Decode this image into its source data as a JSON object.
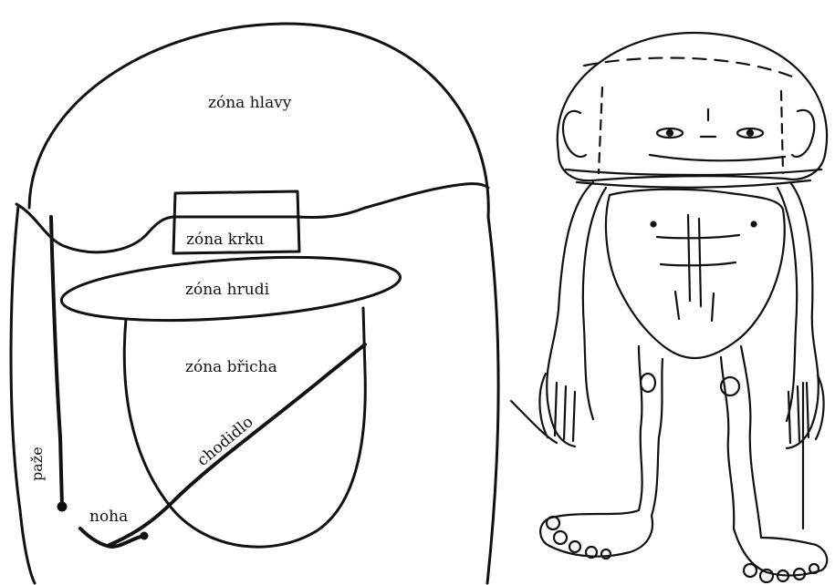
{
  "labels": {
    "head_zone": "zóna hlavy",
    "neck_zone": "zóna krku",
    "chest_zone": "zóna hrudi",
    "belly_zone": "zóna břicha",
    "sole": "chodidlo",
    "arm": "paže",
    "leg": "noha"
  },
  "colors": {
    "ink": "#111111",
    "paper": "#ffffff"
  }
}
